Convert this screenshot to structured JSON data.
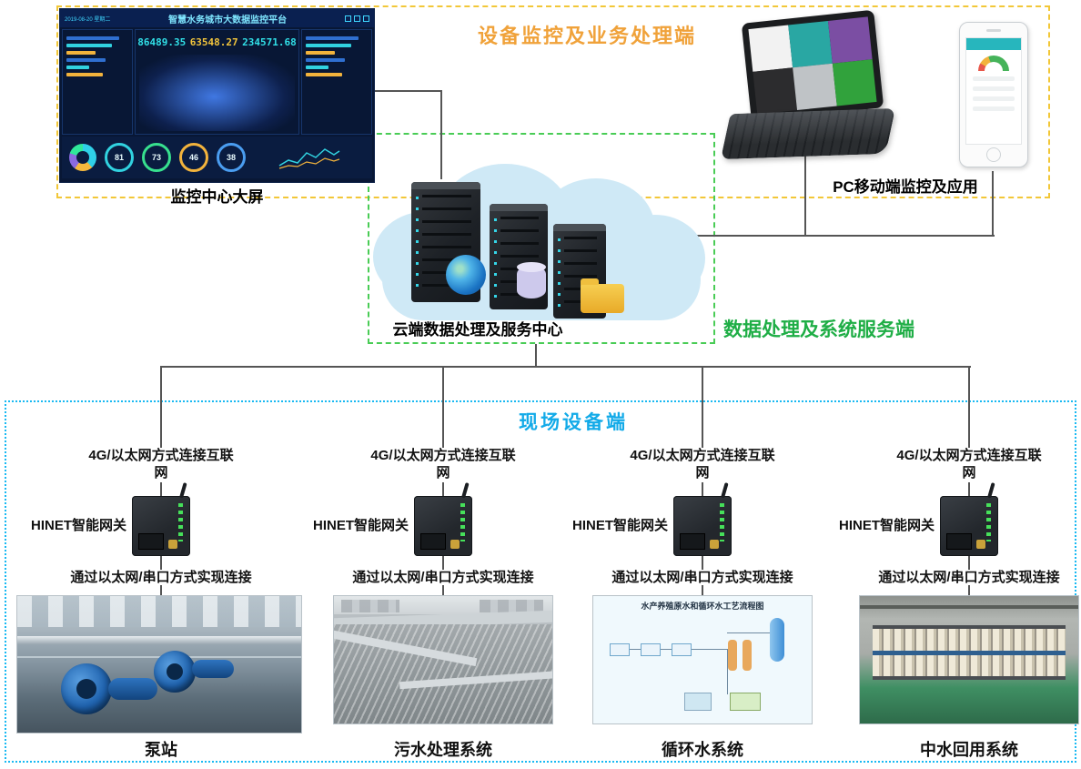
{
  "monitoring": {
    "title": "设备监控及业务处理端",
    "dashboard_caption": "监控中心大屏",
    "pc_caption": "PC移动端监控及应用"
  },
  "dashboard": {
    "date": "2019-08-20 星期二",
    "title": "智慧水务城市大数据监控平台",
    "stat1": "86489.35",
    "stat2": "63548.27",
    "stat3": "234571.68",
    "gauges": [
      {
        "value": "81"
      },
      {
        "value": "73"
      },
      {
        "value": "46"
      },
      {
        "value": "38"
      }
    ]
  },
  "cloud": {
    "caption": "云端数据处理及服务中心",
    "zone_label": "数据处理及系统服务端"
  },
  "field": {
    "zone_title": "现场设备端",
    "uplink_text": "4G/以太网方式连接互联网",
    "gateway_label": "HINET智能网关",
    "downlink_text": "通过以太网/串口方式实现连接",
    "columns": [
      {
        "name": "泵站"
      },
      {
        "name": "污水处理系统"
      },
      {
        "name": "循环水系统",
        "diagram_title": "水产养殖原水和循环水工艺流程图"
      },
      {
        "name": "中水回用系统"
      }
    ]
  },
  "colors": {
    "monitoring_zone_border": "#f2c738",
    "monitoring_title": "#f0a23a",
    "cloud_zone_border": "#49cc55",
    "cloud_zone_label": "#1fae46",
    "field_zone_border": "#19b9f2",
    "field_zone_title": "#12aae8"
  }
}
